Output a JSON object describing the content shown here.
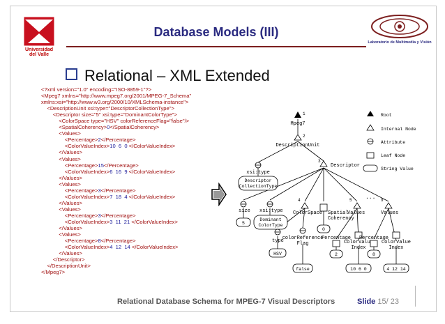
{
  "header": {
    "title": "Database Models (III)",
    "left_logo_text": [
      "Universidad",
      "del Valle"
    ],
    "right_logo_text": "Laboratorio de Multimedia y Visión"
  },
  "bullet": "Relational – XML Extended",
  "xml_lines": [
    "<?xml version=\"1.0\" encoding=\"ISO-8859-1\"?>",
    "<Mpeg7 xmlns=\"http://www.mpeg7.org/2001/MPEG-7_Schema\"",
    "xmlns:xsi=\"http://www.w3.org/2000/10/XMLSchema-instance\">",
    "    <DescriptionUnit xsi:type=\"DescriptorCollectionType\">",
    "        <Descriptor size=\"5\" xsi:type=\"DominantColorType\">",
    "            <ColorSpace type=\"HSV\" colorReferenceFlag=\"false\"/>",
    "            <SpatialCoherency>0</SpatialCoherency>",
    "            <Values>",
    "                <Percentage>2</Percentage>",
    "                <ColorValueIndex>10  6  0 </ColorValueIndex>",
    "            </Values>",
    "            <Values>",
    "                <Percentage>15</Percentage>",
    "                <ColorValueIndex>6  16  9 </ColorValueIndex>",
    "            </Values>",
    "            <Values>",
    "                <Percentage>3</Percentage>",
    "                <ColorValueIndex>7  18  4 </ColorValueIndex>",
    "            </Values>",
    "            <Values>",
    "                <Percentage>3</Percentage>",
    "                <ColorValueIndex>3  11  21 </ColorValueIndex>",
    "            </Values>",
    "            <Values>",
    "                <Percentage>8</Percentage>",
    "                <ColorValueIndex>4  12  14 </ColorValueIndex>",
    "            </Values>",
    "        </Descriptor>",
    "    </DescriptionUnit>",
    "</Mpeg7>"
  ],
  "tree": {
    "nodes": {
      "mpeg7": "Mpeg7",
      "description_unit": "DescriptionUnit",
      "xsi_type_1": "xsi:type",
      "descriptor_collection": [
        "Descriptor",
        "CollectionType"
      ],
      "descriptor": "Descriptor",
      "size": "size",
      "size_val": "5",
      "xsi_type_2": "xsi:type",
      "dominant": [
        "Dominant",
        "ColorType"
      ],
      "color_space": "ColorSpace",
      "spatial": [
        "Spatial",
        "Coherency"
      ],
      "spatial_val": "0",
      "values1": "Values",
      "dots": "...",
      "values2": "Values",
      "type": "type",
      "type_val": "HSV",
      "colorref": [
        "colorReference",
        "Flag"
      ],
      "colorref_val": "false",
      "percentage1": "Percentage",
      "percentage1_val": "2",
      "colorvalue1": [
        "ColorValue",
        "Index"
      ],
      "colorvalue1_val": "10  6  0",
      "percentage2": "Percentage",
      "percentage2_val": "8",
      "colorvalue2": [
        "ColorValue",
        "Index"
      ],
      "colorvalue2_val": "4  12  14"
    },
    "numbers": [
      "1",
      "2",
      "3",
      "4",
      "5",
      "9"
    ],
    "legend": [
      "Root",
      "Internal Node",
      "Attribute",
      "Leaf Node",
      "String Value"
    ]
  },
  "footer": {
    "caption": "Relational Database Schema for MPEG-7 Visual Descriptors",
    "slide_label": "Slide",
    "slide_num": "15",
    "slide_total": "/ 23"
  }
}
